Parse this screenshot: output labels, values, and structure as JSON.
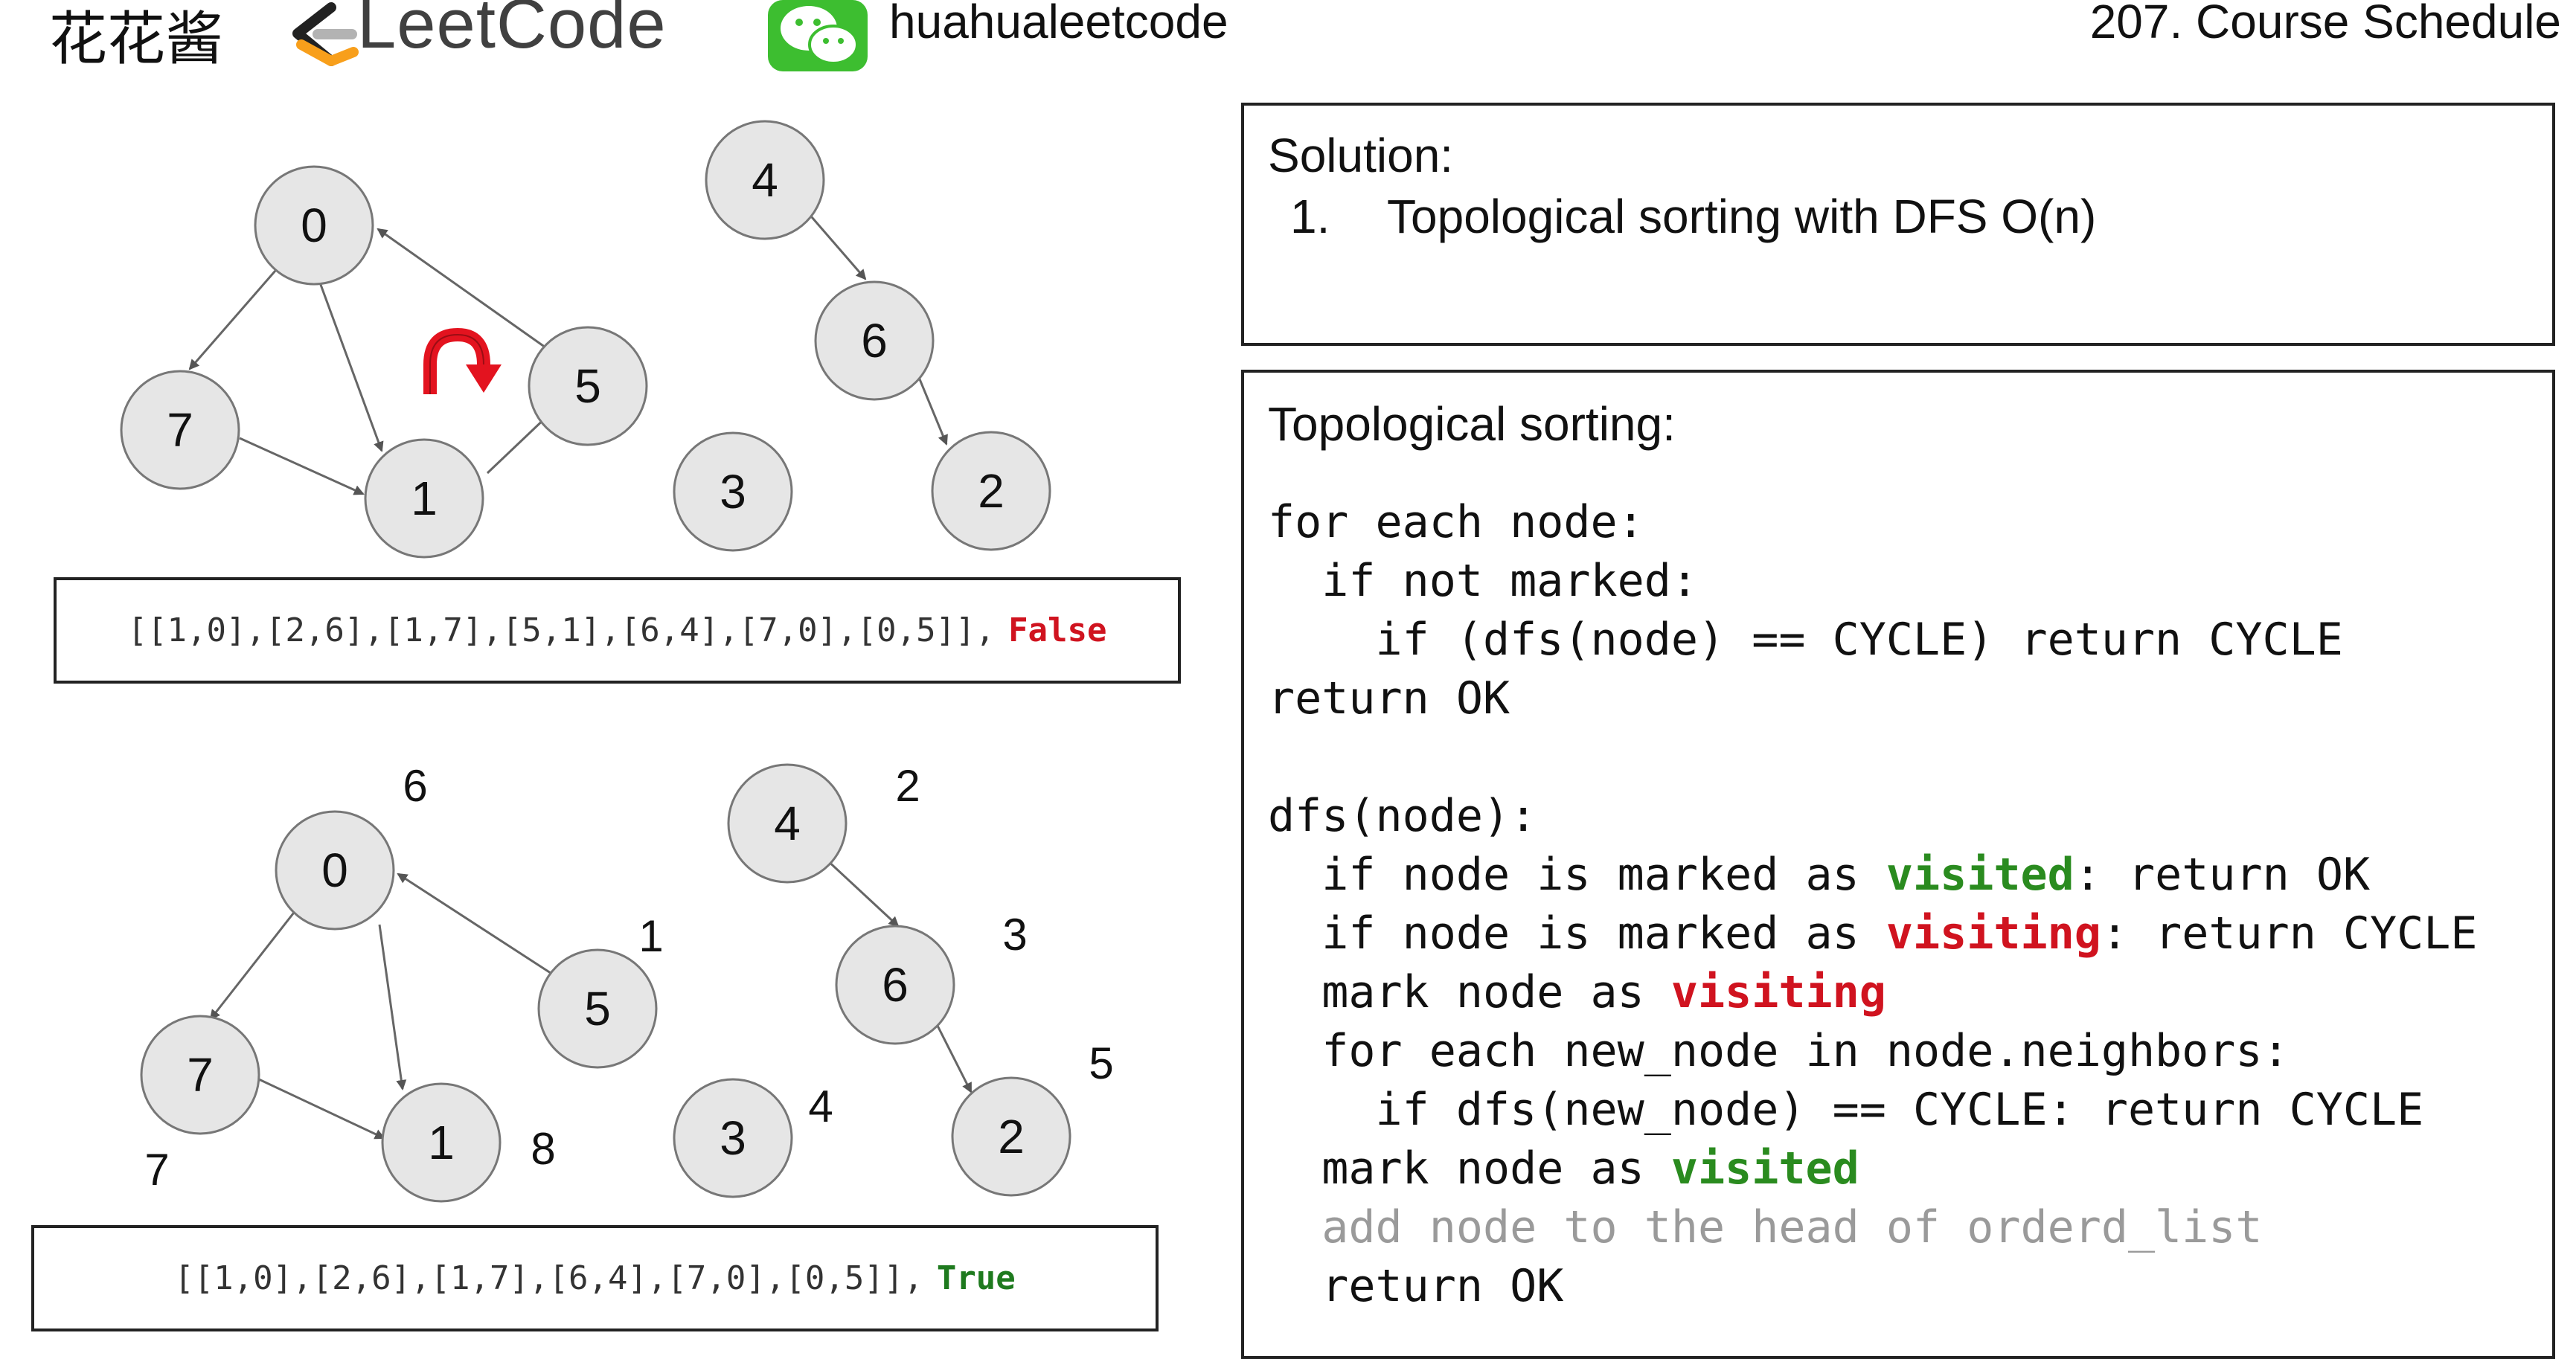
{
  "header": {
    "brand_cn": "花花酱",
    "brand_leetcode": "LeetCode",
    "handle": "huahualeetcode",
    "title": "207. Course Schedule"
  },
  "icons": {
    "leetcode_logo": "leetcode-logo-icon",
    "wechat": "wechat-icon",
    "cycle_arrow": "u-turn-arrow-icon"
  },
  "colors": {
    "false_red": "#d0131f",
    "true_green": "#1e7a1e",
    "visited_green": "#2a8b1f",
    "wechat_green": "#3dbe30",
    "leetcode_orange": "#f89f1b",
    "node_fill": "#e6e6e6"
  },
  "graph_top": {
    "nodes": [
      "0",
      "1",
      "5",
      "7",
      "4",
      "6",
      "2",
      "3"
    ],
    "edges": [
      [
        "0",
        "7"
      ],
      [
        "0",
        "1"
      ],
      [
        "7",
        "1"
      ],
      [
        "1",
        "5"
      ],
      [
        "5",
        "0"
      ],
      [
        "4",
        "6"
      ],
      [
        "6",
        "2"
      ]
    ],
    "edge_list": "[[1,0],[2,6],[1,7],[5,1],[6,4],[7,0],[0,5]],",
    "result": "False"
  },
  "graph_bottom": {
    "nodes": [
      "0",
      "1",
      "5",
      "7",
      "4",
      "6",
      "2",
      "3"
    ],
    "edges": [
      [
        "0",
        "7"
      ],
      [
        "0",
        "1"
      ],
      [
        "7",
        "1"
      ],
      [
        "5",
        "0"
      ],
      [
        "4",
        "6"
      ],
      [
        "6",
        "2"
      ]
    ],
    "order_labels": {
      "0": "6",
      "5": "1",
      "7": "7",
      "1": "8",
      "4": "2",
      "6": "3",
      "2": "5",
      "3": "4"
    },
    "edge_list": "[[1,0],[2,6],[1,7],[6,4],[7,0],[0,5]],",
    "result": "True"
  },
  "solution": {
    "heading": "Solution:",
    "item_number": "1.",
    "item_text": "Topological sorting with DFS O(n)"
  },
  "topo": {
    "heading": "Topological sorting:",
    "lines": {
      "l1": "for each node:",
      "l2": "  if not marked:",
      "l3": "    if (dfs(node) == CYCLE) return CYCLE",
      "l4": "return OK",
      "l6": "dfs(node):",
      "l7_pre": "  if node is marked as ",
      "l7_kw": "visited",
      "l7_post": ": return OK",
      "l8_pre": "  if node is marked as ",
      "l8_kw": "visiting",
      "l8_post": ": return CYCLE",
      "l9_pre": "  mark node as ",
      "l9_kw": "visiting",
      "l10": "  for each new_node in node.neighbors:",
      "l11": "    if dfs(new_node) == CYCLE: return CYCLE",
      "l12_pre": "  mark node as ",
      "l12_kw": "visited",
      "l13": "  add node to the head of orderd_list",
      "l14": "  return OK"
    }
  }
}
